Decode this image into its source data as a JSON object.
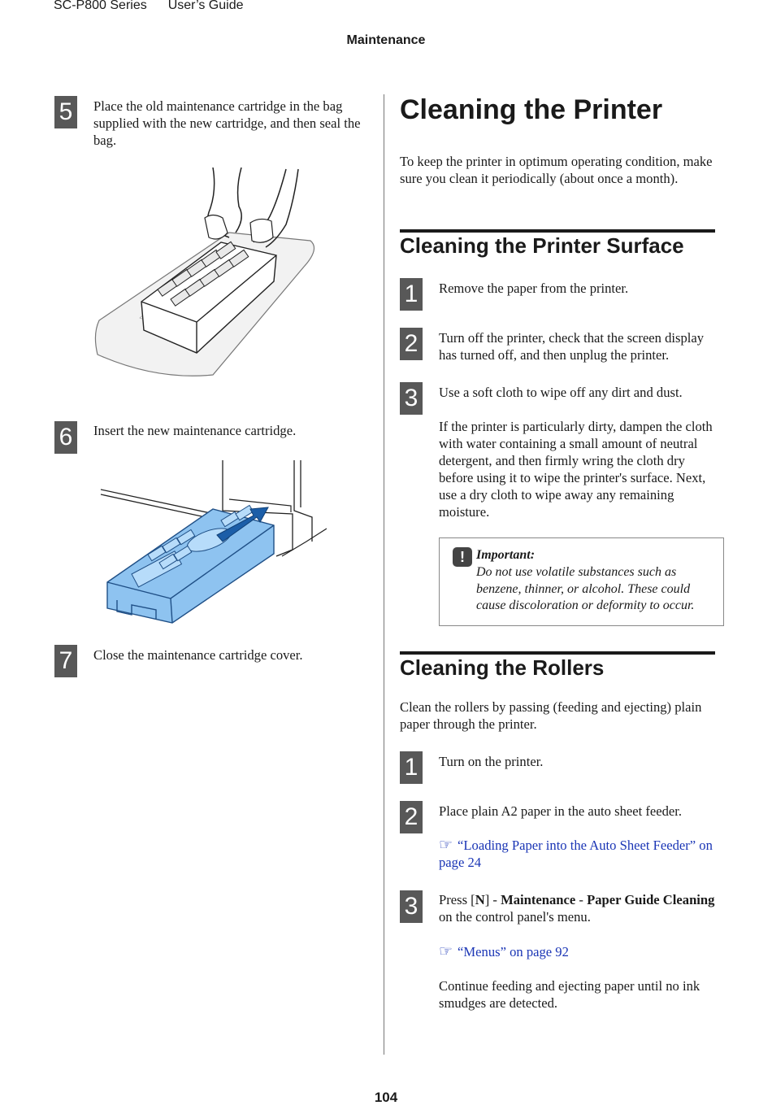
{
  "header": {
    "series": "SC-P800 Series",
    "guide": "User’s Guide",
    "section": "Maintenance"
  },
  "left": {
    "step5": {
      "num": "5",
      "text": "Place the old maintenance cartridge in the bag supplied with the new cartridge, and then seal the bag."
    },
    "step6": {
      "num": "6",
      "text": "Insert the new maintenance cartridge."
    },
    "step7": {
      "num": "7",
      "text": "Close the maintenance cartridge cover."
    }
  },
  "right": {
    "title": "Cleaning the Printer",
    "intro": "To keep the printer in optimum operating condition, make sure you clean it periodically (about once a month).",
    "surface": {
      "heading": "Cleaning the Printer Surface",
      "step1": {
        "num": "1",
        "text": "Remove the paper from the printer."
      },
      "step2": {
        "num": "2",
        "text": "Turn off the printer, check that the screen display has turned off, and then unplug the printer."
      },
      "step3": {
        "num": "3",
        "text": "Use a soft cloth to wipe off any dirt and dust.",
        "extra": "If the printer is particularly dirty, dampen the cloth with water containing a small amount of neutral detergent, and then firmly wring the cloth dry before using it to wipe the printer's surface. Next, use a dry cloth to wipe away any remaining moisture."
      },
      "important": {
        "title": "Important:",
        "body": "Do not use volatile substances such as benzene, thinner, or alcohol. These could cause discoloration or deformity to occur."
      }
    },
    "rollers": {
      "heading": "Cleaning the Rollers",
      "intro": "Clean the rollers by passing (feeding and ejecting) plain paper through the printer.",
      "step1": {
        "num": "1",
        "text": "Turn on the printer."
      },
      "step2": {
        "num": "2",
        "text": "Place plain A2 paper in the auto sheet feeder.",
        "link": "“Loading Paper into the Auto Sheet Feeder” on page 24"
      },
      "step3": {
        "num": "3",
        "press": "Press [",
        "icon_glyph": "N",
        "press2": "] - ",
        "bold1": "Maintenance",
        "dash": " - ",
        "bold2": "Paper Guide Cleaning",
        "rest": " on the control panel's menu.",
        "link": "“Menus” on page 92",
        "extra": "Continue feeding and ejecting paper until no ink smudges are detected."
      }
    }
  },
  "footer": {
    "page": "104"
  },
  "colors": {
    "link": "#1a35b5",
    "stepbox": "#585858",
    "cartridge_blue": "#8ec3f0"
  },
  "icons": {
    "link_hand": "pointing-hand-icon",
    "important": "exclamation-icon",
    "tool": "wrench-icon"
  }
}
